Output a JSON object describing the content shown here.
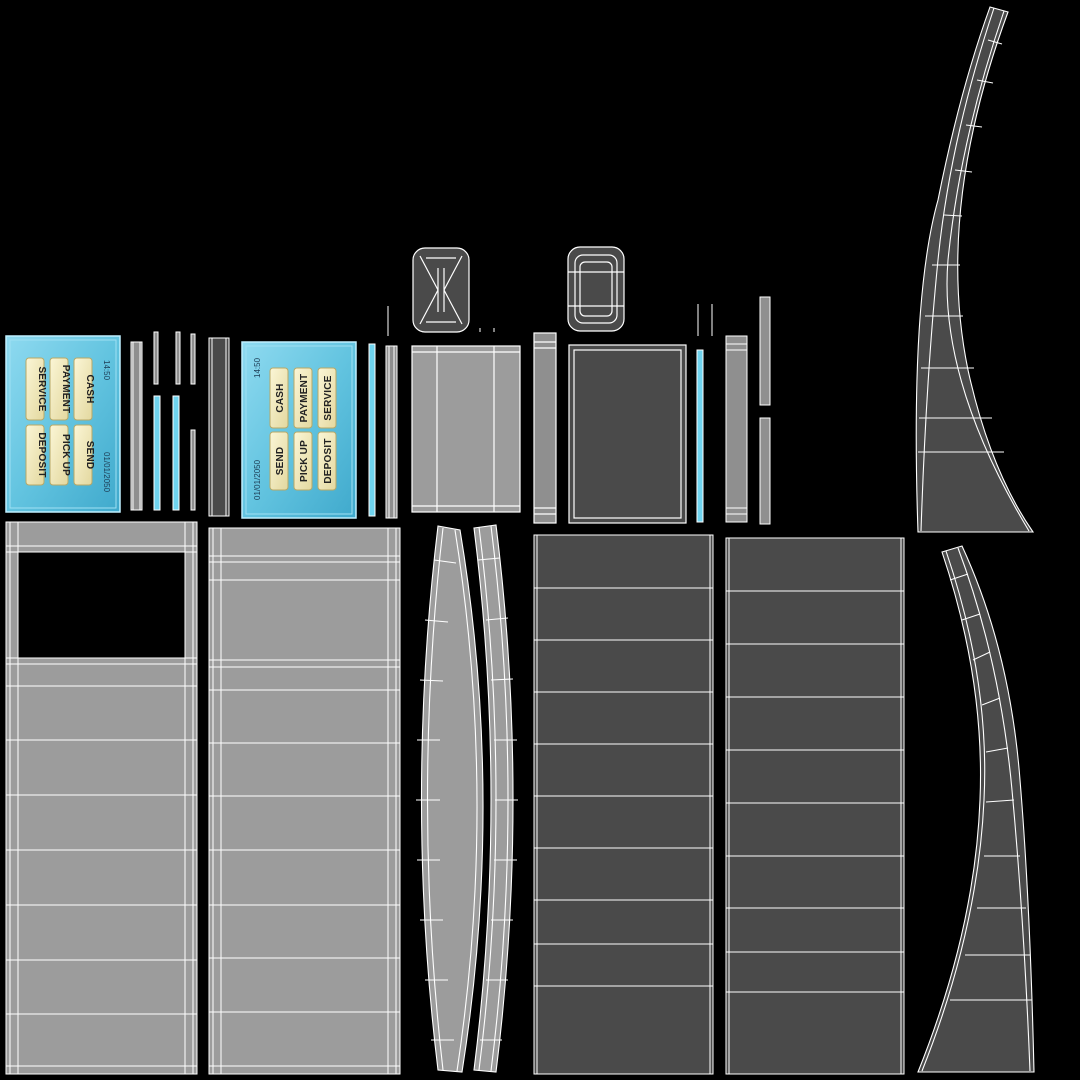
{
  "screen_a": {
    "time": "14:50",
    "date": "01/01/2050",
    "buttons": [
      "DEPOSIT",
      "PICK UP",
      "SEND",
      "SERVICE",
      "PAYMENT",
      "CASH"
    ]
  },
  "screen_b": {
    "time": "14:50",
    "date": "01/01/2050",
    "buttons": [
      "CASH",
      "PAYMENT",
      "SERVICE",
      "SEND",
      "PICK UP",
      "DEPOSIT"
    ]
  },
  "colors": {
    "background": "#000000",
    "wire": "#ffffff",
    "light_gray": "#9c9c9c",
    "dark_gray": "#4a4a4a",
    "screen_blue": "#5fc3dd",
    "button_cream": "#f0e9bd"
  }
}
